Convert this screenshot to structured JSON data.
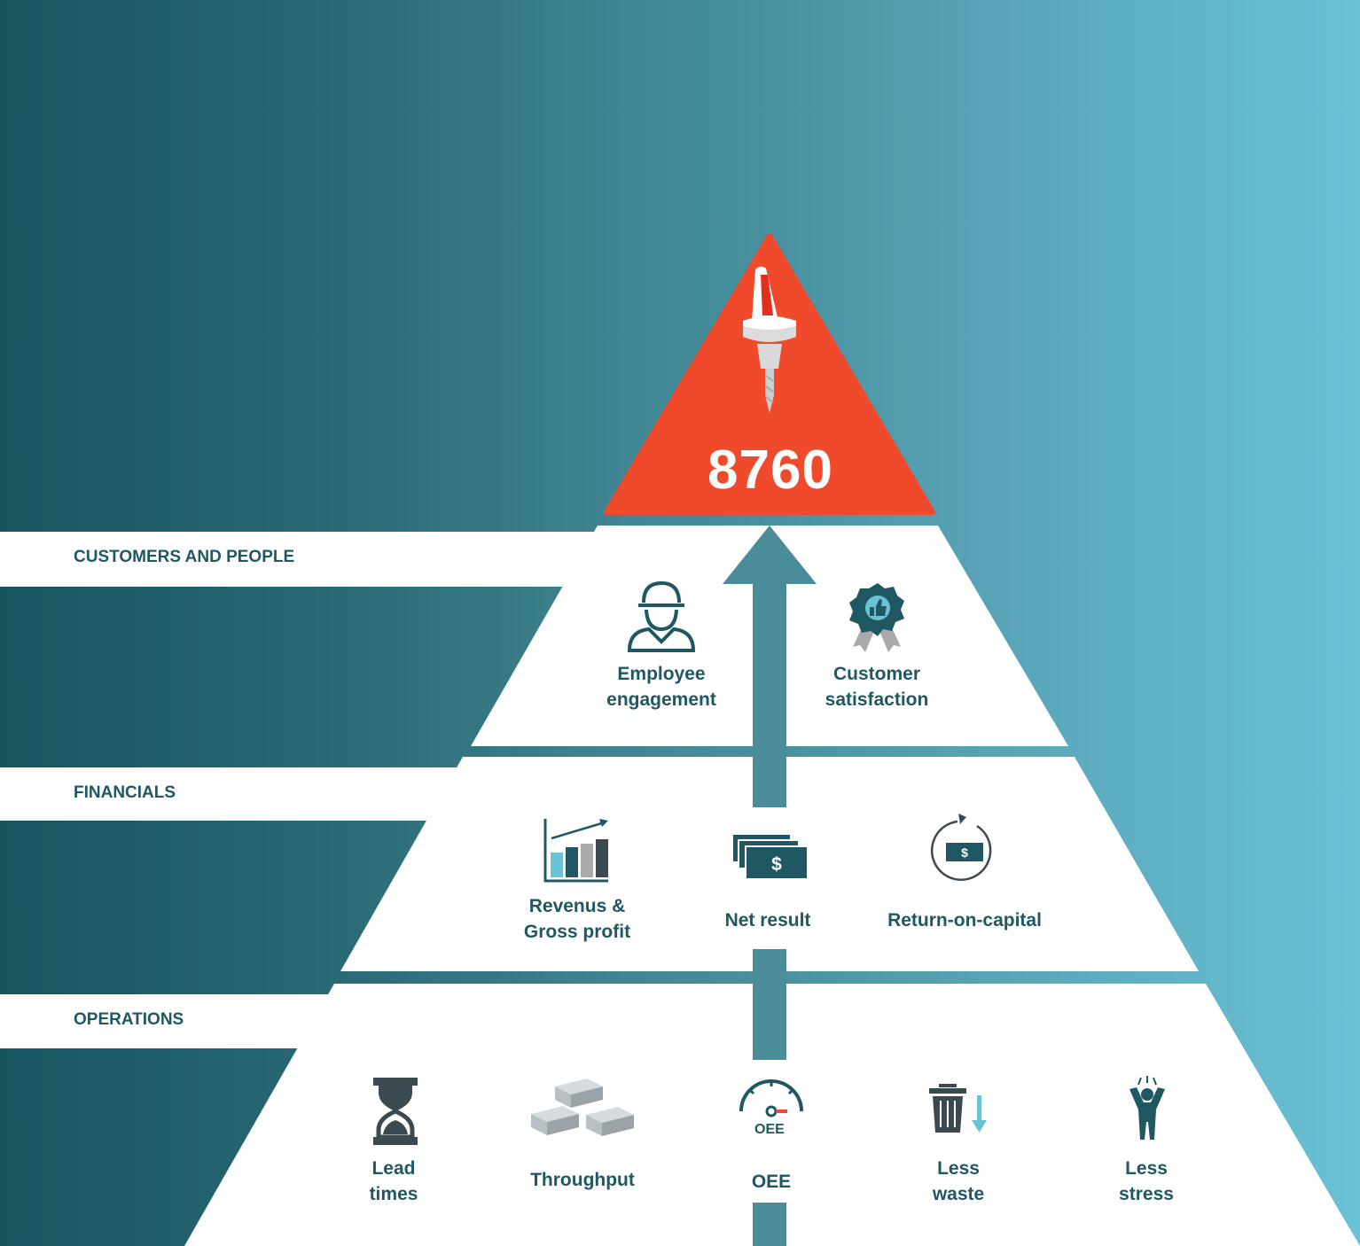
{
  "peak": {
    "number": "8760",
    "icon": "drill-icon"
  },
  "tiers": {
    "customers": "CUSTOMERS AND PEOPLE",
    "financials": "FINANCIALS",
    "operations": "OPERATIONS"
  },
  "customers_items": [
    {
      "label": "Employee\nengagement",
      "icon": "worker-helmet-icon"
    },
    {
      "label": "Customer\nsatisfaction",
      "icon": "award-badge-icon"
    }
  ],
  "financial_items": [
    {
      "label": "Revenus &\nGross profit",
      "icon": "bar-chart-growth-icon"
    },
    {
      "label": "Net result",
      "icon": "banknotes-icon"
    },
    {
      "label": "Return-on-capital",
      "icon": "money-cycle-icon"
    }
  ],
  "operations_items": [
    {
      "label": "Lead\ntimes",
      "icon": "hourglass-icon"
    },
    {
      "label": "Throughput",
      "icon": "pallets-icon"
    },
    {
      "label": "OEE",
      "icon": "gauge-icon",
      "icon_text": "OEE"
    },
    {
      "label": "Less\nwaste",
      "icon": "trash-down-icon"
    },
    {
      "label": "Less\nstress",
      "icon": "stressed-person-icon"
    }
  ],
  "colors": {
    "accent": "#ef4a2b",
    "dark_teal": "#1f5862",
    "arrow": "#4a8d98",
    "light_blue": "#6ac2d5"
  }
}
